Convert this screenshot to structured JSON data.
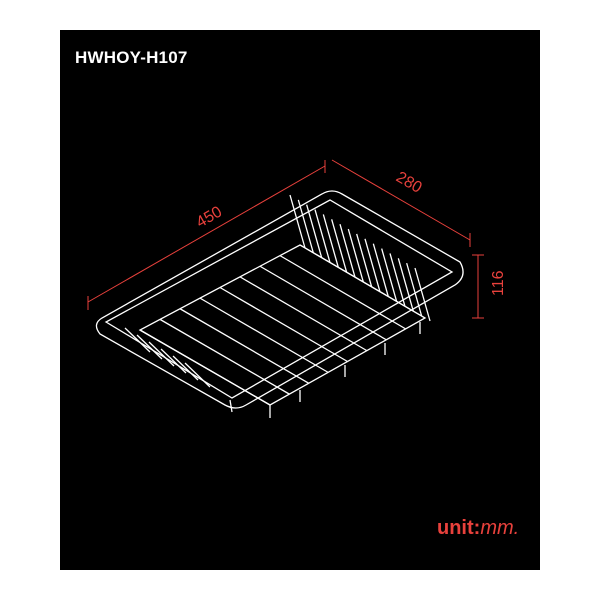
{
  "title": "HWHOY-H107",
  "dimensions": {
    "length": "450",
    "width": "280",
    "height": "116"
  },
  "unit": {
    "label": "unit:",
    "value": "mm."
  },
  "colors": {
    "background": "#000000",
    "accent": "#e8413c",
    "line": "#ffffff"
  }
}
